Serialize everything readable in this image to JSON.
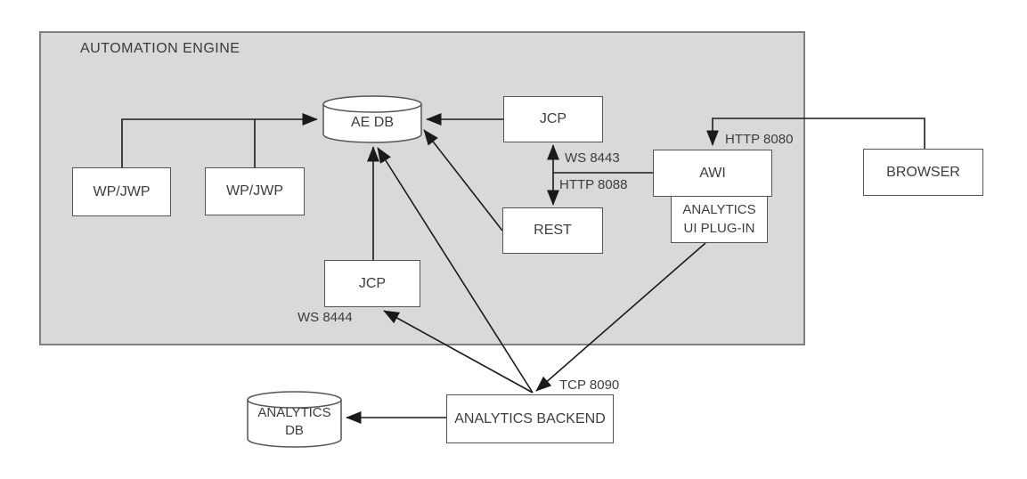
{
  "diagram": {
    "title": "AUTOMATION ENGINE",
    "nodes": {
      "wp_jwp_1": "WP/JWP",
      "wp_jwp_2": "WP/JWP",
      "ae_db": "AE DB",
      "jcp_top": "JCP",
      "rest": "REST",
      "awi": "AWI",
      "analytics_ui_plugin": "ANALYTICS\nUI PLUG-IN",
      "browser": "BROWSER",
      "jcp_lower": "JCP",
      "analytics_backend": "ANALYTICS BACKEND",
      "analytics_db": "ANALYTICS\nDB"
    },
    "edge_labels": {
      "ws_8443": "WS 8443",
      "http_8088": "HTTP 8088",
      "http_8080": "HTTP 8080",
      "ws_8444": "WS 8444",
      "tcp_8090": "TCP 8090"
    },
    "colors": {
      "container_fill": "#d9d9d9",
      "container_border": "#7f7f7f",
      "node_fill": "#ffffff",
      "node_border": "#555555",
      "line": "#1a1a1a",
      "text": "#3d3d3d"
    }
  }
}
